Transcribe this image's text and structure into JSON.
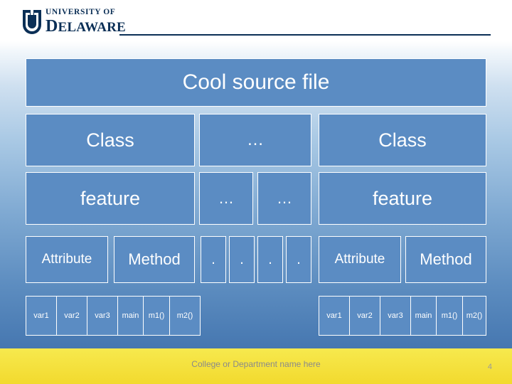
{
  "logo": {
    "university": "UNIVERSITY OF",
    "name": "DELAWARE",
    "name_cap": "D",
    "name_rest": "ELAWARE"
  },
  "slide": {
    "title": "Cool source file",
    "class_left": "Class",
    "ellipsis_top": "…",
    "class_right": "Class",
    "feature_left": "feature",
    "ellipsis_mid_a": "…",
    "ellipsis_mid_b": "…",
    "feature_right": "feature",
    "attribute_left": "Attribute",
    "method_left": "Method",
    "dot1": ".",
    "dot2": ".",
    "dot3": ".",
    "dot4": ".",
    "attribute_right": "Attribute",
    "method_right": "Method",
    "left_leaves": [
      "var1",
      "var2",
      "var3",
      "main",
      "m1()",
      "m2()"
    ],
    "right_leaves": [
      "var1",
      "var2",
      "var3",
      "main",
      "m1()",
      "m2()"
    ]
  },
  "footer": {
    "text": "College or Department name here",
    "page_number": "4"
  },
  "colors": {
    "box_fill": "#5b8cc3",
    "box_border": "#ffffff",
    "footer_bar": "#f2da2e",
    "logo_navy": "#0b2f56"
  }
}
